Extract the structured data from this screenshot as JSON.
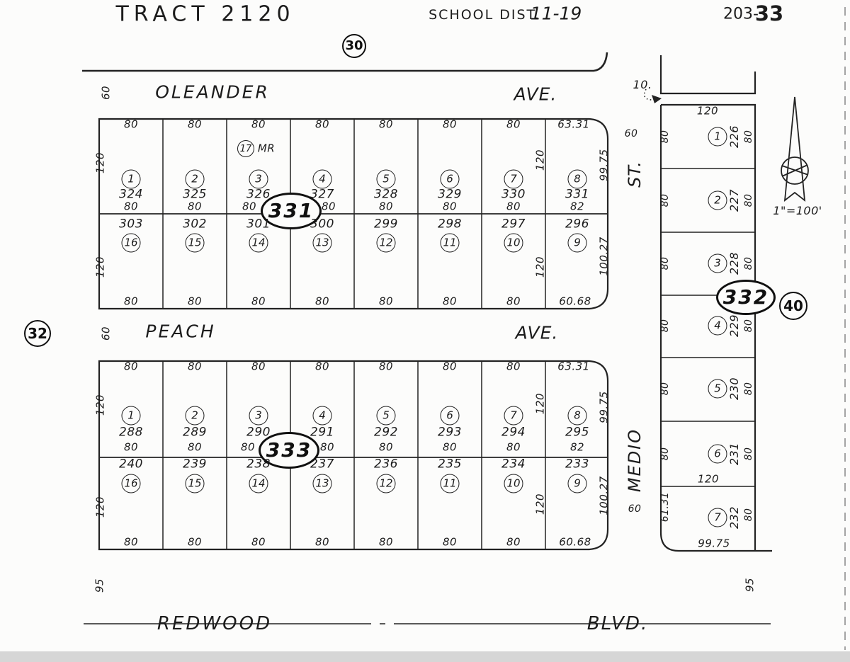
{
  "header": {
    "title": "TRACT 2120",
    "school_district_label": "SCHOOL DIST.",
    "school_district_value": "11-19",
    "sheet_prefix": "203-",
    "sheet_suffix": "33"
  },
  "adjacent_sheets": {
    "north": "30",
    "west": "32",
    "east": "40"
  },
  "north_arrow": {
    "scale": "1\"=100'"
  },
  "streets": {
    "oleander": {
      "width": "60",
      "name": "OLEANDER",
      "type": "AVE."
    },
    "peach": {
      "width": "60",
      "name": "PEACH",
      "type": "AVE."
    },
    "redwood": {
      "name": "REDWOOD",
      "type": "BLVD.",
      "setback_west": "95",
      "setback_east": "95"
    },
    "medio": {
      "name": "MEDIO",
      "type": "ST.",
      "width_north": "60",
      "width_south": "60"
    },
    "alley_note": "10."
  },
  "block_331": {
    "label": "331",
    "mr_note": {
      "lot": "17",
      "tag": "MR"
    },
    "north_row": {
      "front_dims": [
        "80",
        "80",
        "80",
        "80",
        "80",
        "80",
        "80"
      ],
      "corner_dim": "63.31",
      "depth_left": "120",
      "depth_right": "120",
      "east_dim": "99.75",
      "lots": [
        {
          "lot": "1",
          "parcel": "324",
          "rear": "80"
        },
        {
          "lot": "2",
          "parcel": "325",
          "rear": "80"
        },
        {
          "lot": "3",
          "parcel": "326",
          "rear": "80"
        },
        {
          "lot": "4",
          "parcel": "327",
          "rear": "80"
        },
        {
          "lot": "5",
          "parcel": "328",
          "rear": "80"
        },
        {
          "lot": "6",
          "parcel": "329",
          "rear": "80"
        },
        {
          "lot": "7",
          "parcel": "330",
          "rear": "80"
        },
        {
          "lot": "8",
          "parcel": "331",
          "rear": "82"
        }
      ]
    },
    "south_row": {
      "depth_left": "120",
      "depth_right": "120",
      "east_dim": "100.27",
      "lots": [
        {
          "lot": "16",
          "parcel": "303"
        },
        {
          "lot": "15",
          "parcel": "302"
        },
        {
          "lot": "14",
          "parcel": "301"
        },
        {
          "lot": "13",
          "parcel": "300"
        },
        {
          "lot": "12",
          "parcel": "299"
        },
        {
          "lot": "11",
          "parcel": "298"
        },
        {
          "lot": "10",
          "parcel": "297"
        },
        {
          "lot": "9",
          "parcel": "296"
        }
      ],
      "front_dims": [
        "80",
        "80",
        "80",
        "80",
        "80",
        "80",
        "80"
      ],
      "corner_dim": "60.68"
    }
  },
  "block_333": {
    "label": "333",
    "north_row": {
      "front_dims": [
        "80",
        "80",
        "80",
        "80",
        "80",
        "80",
        "80"
      ],
      "corner_dim": "63.31",
      "depth_left": "120",
      "depth_right": "120",
      "east_dim": "99.75",
      "lots": [
        {
          "lot": "1",
          "parcel": "288",
          "rear": "80"
        },
        {
          "lot": "2",
          "parcel": "289",
          "rear": "80"
        },
        {
          "lot": "3",
          "parcel": "290",
          "rear": "80"
        },
        {
          "lot": "4",
          "parcel": "291",
          "rear": "80"
        },
        {
          "lot": "5",
          "parcel": "292",
          "rear": "80"
        },
        {
          "lot": "6",
          "parcel": "293",
          "rear": "80"
        },
        {
          "lot": "7",
          "parcel": "294",
          "rear": "80"
        },
        {
          "lot": "8",
          "parcel": "295",
          "rear": "82"
        }
      ]
    },
    "south_row": {
      "depth_left": "120",
      "depth_right": "120",
      "east_dim": "100.27",
      "lots": [
        {
          "lot": "16",
          "parcel": "240"
        },
        {
          "lot": "15",
          "parcel": "239"
        },
        {
          "lot": "14",
          "parcel": "238"
        },
        {
          "lot": "13",
          "parcel": "237"
        },
        {
          "lot": "12",
          "parcel": "236"
        },
        {
          "lot": "11",
          "parcel": "235"
        },
        {
          "lot": "10",
          "parcel": "234"
        },
        {
          "lot": "9",
          "parcel": "233"
        }
      ],
      "front_dims": [
        "80",
        "80",
        "80",
        "80",
        "80",
        "80",
        "80"
      ],
      "corner_dim": "60.68"
    }
  },
  "block_332": {
    "label": "332",
    "north_dim": "120",
    "mid_dim": "120",
    "south_dim": "99.75",
    "lots": [
      {
        "lot": "1",
        "parcel": "226",
        "west": "80",
        "east": "80"
      },
      {
        "lot": "2",
        "parcel": "227",
        "west": "80",
        "east": "80"
      },
      {
        "lot": "3",
        "parcel": "228",
        "west": "80",
        "east": "80"
      },
      {
        "lot": "4",
        "parcel": "229",
        "west": "80",
        "east": "80"
      },
      {
        "lot": "5",
        "parcel": "230",
        "west": "80",
        "east": "80"
      },
      {
        "lot": "6",
        "parcel": "231",
        "west": "80",
        "east": "80"
      },
      {
        "lot": "7",
        "parcel": "232",
        "west": "61.31",
        "east": "80"
      }
    ]
  }
}
